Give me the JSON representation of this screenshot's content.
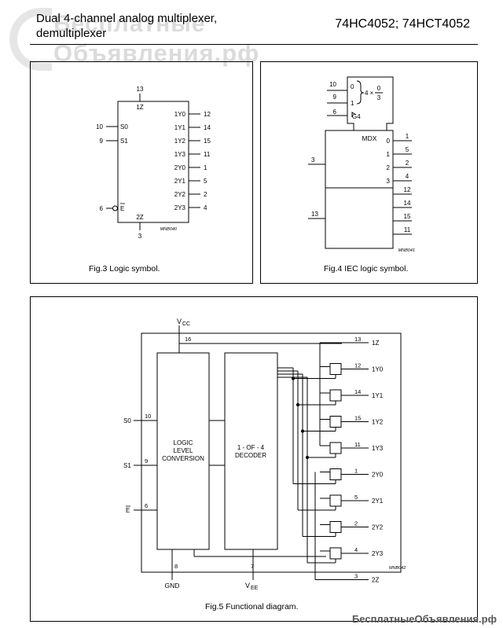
{
  "header": {
    "title_line1": "Dual 4-channel analog multiplexer,",
    "title_line2": "demultiplexer",
    "part_numbers": "74HC4052; 74HCT4052"
  },
  "watermark": {
    "line1": "Бесплатные",
    "line2": "Объявления.рф",
    "footer": "БесплатныеОбъявления.рф"
  },
  "fig3": {
    "caption": "Fig.3  Logic symbol.",
    "code": "MNB040",
    "top_pin": "13",
    "top_label": "1Z",
    "left_pins": [
      {
        "num": "10",
        "label": "S0"
      },
      {
        "num": "9",
        "label": "S1"
      },
      {
        "num": "6",
        "label": "E"
      }
    ],
    "right_pins": [
      {
        "label": "1Y0",
        "num": "12"
      },
      {
        "label": "1Y1",
        "num": "14"
      },
      {
        "label": "1Y2",
        "num": "15"
      },
      {
        "label": "1Y3",
        "num": "11"
      },
      {
        "label": "2Y0",
        "num": "1"
      },
      {
        "label": "2Y1",
        "num": "5"
      },
      {
        "label": "2Y2",
        "num": "2"
      },
      {
        "label": "2Y3",
        "num": "4"
      }
    ],
    "bottom_label": "2Z",
    "bottom_pin": "3"
  },
  "fig4": {
    "caption": "Fig.4  IEC logic symbol.",
    "code": "MNB041",
    "ctrl_pins": [
      "10",
      "9",
      "6"
    ],
    "ctrl_inner": [
      "0",
      "1",
      "G4"
    ],
    "fraction_prefix": "4 ×",
    "fraction_num": "0",
    "fraction_den": "3",
    "block_label": "MDX",
    "left_pins": [
      "3",
      "13"
    ],
    "outputs": [
      "0",
      "1",
      "2",
      "3"
    ],
    "right_pins": [
      "1",
      "5",
      "2",
      "4",
      "12",
      "14",
      "15",
      "11"
    ]
  },
  "fig5": {
    "caption": "Fig.5  Functional diagram.",
    "code": "MNB042",
    "vcc": "V",
    "vcc_sub": "CC",
    "vcc_pin": "16",
    "vee": "V",
    "vee_sub": "EE",
    "vee_pin": "7",
    "gnd": "GND",
    "gnd_pin": "8",
    "block1": [
      "LOGIC",
      "LEVEL",
      "CONVERSION"
    ],
    "block2": [
      "1 - OF - 4",
      "DECODER"
    ],
    "inputs": [
      {
        "label": "S0",
        "pin": "10"
      },
      {
        "label": "S1",
        "pin": "9"
      },
      {
        "label": "E",
        "pin": "6"
      }
    ],
    "outputs": [
      {
        "pin": "13",
        "label": "1Z"
      },
      {
        "pin": "12",
        "label": "1Y0"
      },
      {
        "pin": "14",
        "label": "1Y1"
      },
      {
        "pin": "15",
        "label": "1Y2"
      },
      {
        "pin": "11",
        "label": "1Y3"
      },
      {
        "pin": "1",
        "label": "2Y0"
      },
      {
        "pin": "5",
        "label": "2Y1"
      },
      {
        "pin": "2",
        "label": "2Y2"
      },
      {
        "pin": "4",
        "label": "2Y3"
      },
      {
        "pin": "3",
        "label": "2Z"
      }
    ]
  }
}
